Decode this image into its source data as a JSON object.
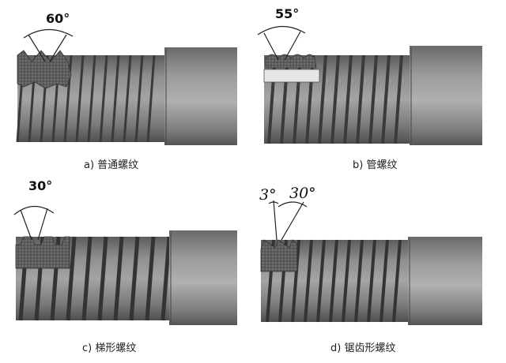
{
  "panels": [
    {
      "caption": "a)  普通螺纹",
      "angles": [
        "60°"
      ]
    },
    {
      "caption": "b)  管螺纹",
      "angles": [
        "55°"
      ]
    },
    {
      "caption": "c)  梯形螺纹",
      "angles": [
        "30°"
      ]
    },
    {
      "caption": "d)  锯齿形螺纹",
      "angles": [
        "3°",
        "30°"
      ]
    }
  ],
  "colors": {
    "background": "#ffffff",
    "thread_dark": "#4a4a4a",
    "thread_mid": "#6f6f6f",
    "thread_light": "#9a9a9a",
    "section_fill": "#5a5a5a",
    "line": "#222222"
  }
}
